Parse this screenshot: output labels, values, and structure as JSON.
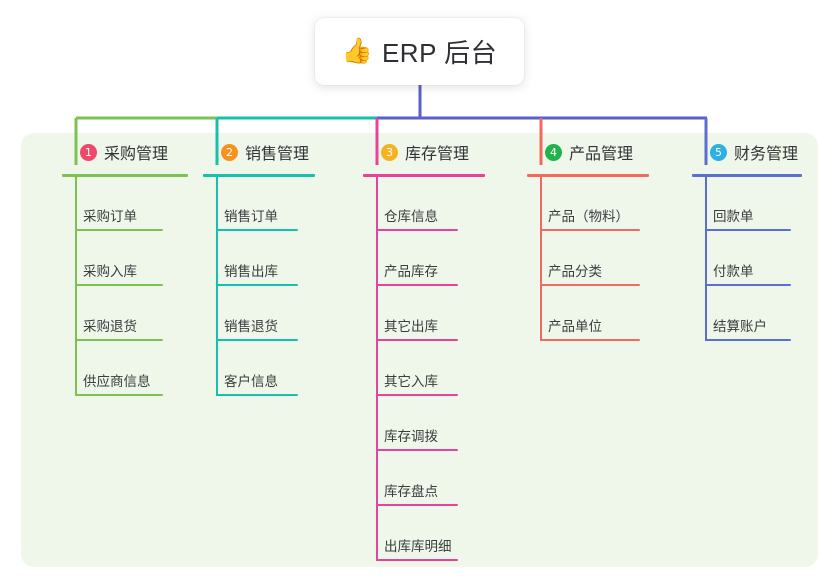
{
  "diagram": {
    "type": "mind-map",
    "title": "ERP 后台",
    "root": {
      "icon": "thumbs-up-emoji",
      "emoji": "👍",
      "label": "ERP 后台"
    },
    "board_color": "#eef7e9",
    "trunk_color": "#5b5fc7",
    "branches": [
      {
        "index": "1",
        "label": "采购管理",
        "badge_color": "#f0486b",
        "line_color": "#7ec153",
        "leaves": [
          "采购订单",
          "采购入库",
          "采购退货",
          "供应商信息"
        ]
      },
      {
        "index": "2",
        "label": "销售管理",
        "badge_color": "#f7921e",
        "line_color": "#17bfad",
        "leaves": [
          "销售订单",
          "销售出库",
          "销售退货",
          "客户信息"
        ]
      },
      {
        "index": "3",
        "label": "库存管理",
        "badge_color": "#f5b324",
        "line_color": "#e8439b",
        "leaves": [
          "仓库信息",
          "产品库存",
          "其它出库",
          "其它入库",
          "库存调拨",
          "库存盘点",
          "出库库明细"
        ]
      },
      {
        "index": "4",
        "label": "产品管理",
        "badge_color": "#22b24c",
        "line_color": "#f2695e",
        "leaves": [
          "产品（物料）",
          "产品分类",
          "产品单位"
        ]
      },
      {
        "index": "5",
        "label": "财务管理",
        "badge_color": "#2eb0e6",
        "line_color": "#5b6fd0",
        "leaves": [
          "回款单",
          "付款单",
          "结算账户"
        ]
      }
    ]
  }
}
